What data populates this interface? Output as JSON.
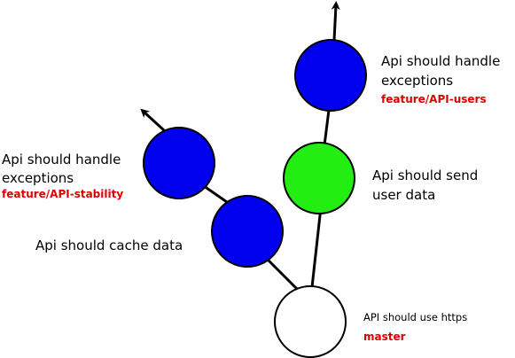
{
  "colors": {
    "feature_commit": "#0000ee",
    "send_commit": "#22ee11",
    "master_commit": "#ffffff",
    "branch_label": "#dd0000"
  },
  "commits": {
    "master": {
      "message": "API should use https",
      "branch": "master"
    },
    "cache": {
      "message": "Api should cache data"
    },
    "stability": {
      "message_line1": "Api should handle",
      "message_line2": "exceptions",
      "branch": "feature/API-stability"
    },
    "send": {
      "message_line1": "Api should send",
      "message_line2": "user data"
    },
    "users": {
      "message_line1": "Api should handle",
      "message_line2": "exceptions",
      "branch": "feature/API-users"
    }
  }
}
